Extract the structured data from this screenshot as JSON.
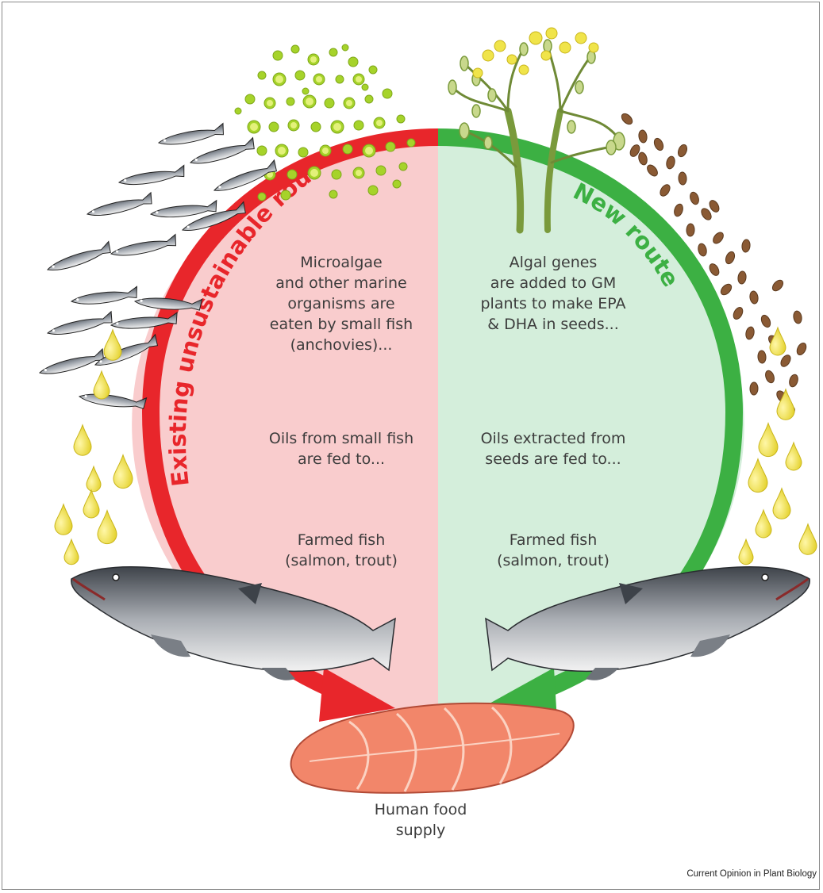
{
  "routes": {
    "existing": {
      "title": "Existing unsustainable route",
      "color": "#e8262b",
      "steps": [
        "Microalgae",
        "and other marine",
        "organisms are",
        "eaten by small fish",
        "(anchovies)...",
        "Oils from small fish",
        "are fed to...",
        "Farmed fish",
        "(salmon, trout)"
      ]
    },
    "new": {
      "title": "New route",
      "color": "#3cb043",
      "steps": [
        "Algal genes",
        "are added to GM",
        "plants to make EPA",
        "& DHA in seeds...",
        "Oils extracted from",
        "seeds are fed to...",
        "Farmed fish",
        "(salmon, trout)"
      ]
    }
  },
  "outcome": {
    "line1": "Human food",
    "line2": "supply"
  },
  "credit": "Current Opinion in Plant Biology",
  "colors": {
    "left_fill": "#f9cccd",
    "right_fill": "#d4eedb",
    "oil_drop": "#e9dc3a",
    "algae": "#a6d32a",
    "seed": "#8a5a34",
    "fillet": "#f2866a"
  },
  "icons": [
    "anchovy-icon",
    "microalgae-icon",
    "oilseed-plant-icon",
    "seed-icon",
    "oil-drop-icon",
    "salmon-icon",
    "salmon-fillet-icon"
  ]
}
